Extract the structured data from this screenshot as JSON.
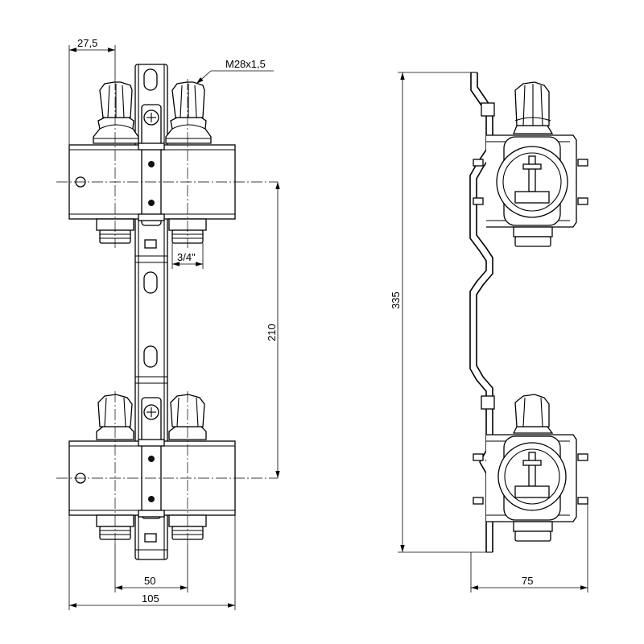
{
  "dimensions": {
    "width_pitch_left": "27,5",
    "thread": "M28x1,5",
    "outlet_thread": "3/4\"",
    "vertical_spacing": "210",
    "outlet_pitch": "50",
    "overall_width": "105",
    "overall_height": "335",
    "overall_depth": "75"
  }
}
